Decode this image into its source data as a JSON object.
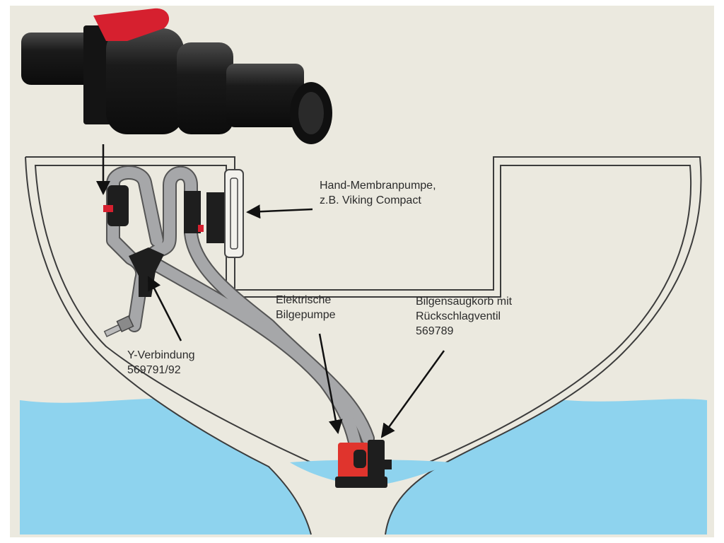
{
  "colors": {
    "background": "#ebe9df",
    "water": "#8ed3ee",
    "hull_outline": "#3c3c3c",
    "hose": "#a6a7a9",
    "valve_handle": "#d6202f",
    "pump_body": "#e0342d",
    "device_black": "#1e1e1e"
  },
  "labels": {
    "hand_pump": {
      "line1": "Hand-Membranpumpe,",
      "line2": "z.B. Viking Compact"
    },
    "electric_pump": {
      "line1": "Elektrische",
      "line2": "Bilgepumpe"
    },
    "strainer": {
      "line1": "Bilgensaugkorb mit",
      "line2": "Rückschlagventil",
      "line3": "569789"
    },
    "y_connector": {
      "line1": "Y-Verbindung",
      "line2": "569791/92"
    }
  },
  "icons": {
    "valve": "ball-valve-icon",
    "hand_pump": "diaphragm-pump-icon",
    "bilge_pump": "bilge-pump-icon",
    "y_piece": "y-connector-icon"
  }
}
